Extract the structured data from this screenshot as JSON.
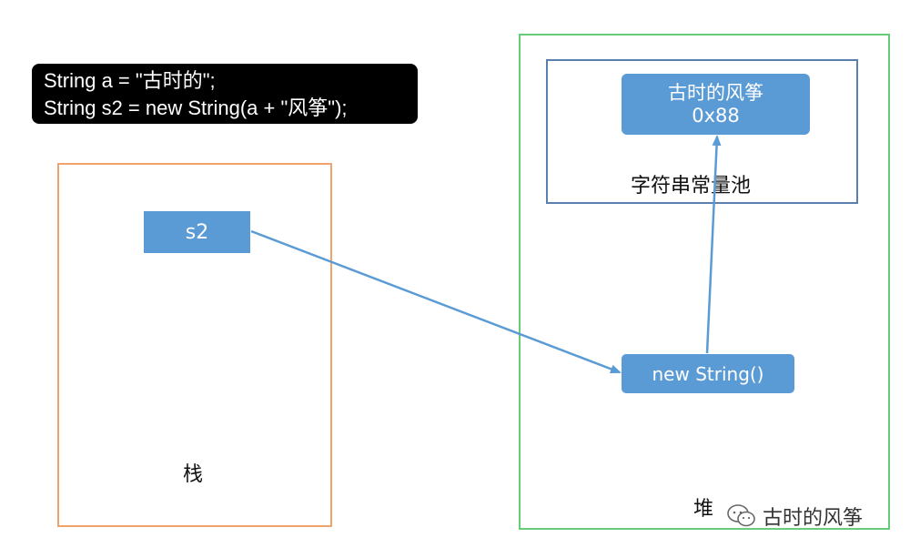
{
  "code": {
    "line1": "String a = \"古时的\";",
    "line2": "String s2 = new String(a + \"风筝\");"
  },
  "stack": {
    "label": "栈",
    "variable": "s2"
  },
  "heap": {
    "label": "堆",
    "object": "new String()"
  },
  "string_pool": {
    "label": "字符串常量池",
    "entry_value": "古时的风筝",
    "entry_address": "0x88"
  },
  "watermark": {
    "text": "古时的风筝"
  },
  "colors": {
    "box_fill": "#5b9bd5",
    "stack_border": "#f0a36a",
    "heap_border": "#66cc77",
    "pool_border": "#5b7fae",
    "arrow": "#5b9bd5",
    "code_bg": "#000000"
  }
}
